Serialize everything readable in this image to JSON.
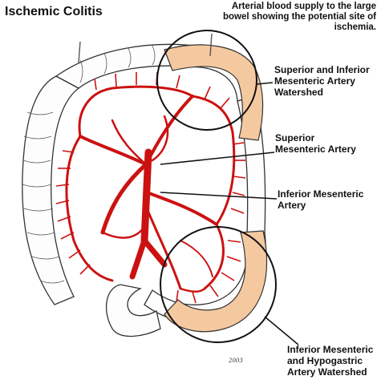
{
  "title": "Ischemic Colitis",
  "caption": "Arterial blood supply to the large bowel showing the potential site of ischemia.",
  "labels": {
    "superior_inferior_watershed": "Superior and Inferior Mesenteric Artery Watershed",
    "superior_mesenteric_artery": "Superior Mesenteric Artery",
    "inferior_mesenteric_artery": "Inferior Mesenteric Artery",
    "inferior_hypogastric_watershed": "Inferior Mesenteric and Hypogastric Artery Watershed"
  },
  "signature": "2003",
  "colors": {
    "artery": "#cc1111",
    "ischemic_bowel": "#f5c9a0",
    "outline": "#333333"
  }
}
